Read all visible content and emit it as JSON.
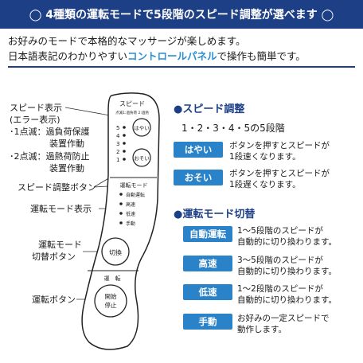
{
  "banner": "◯ 4種類の運転モードで5段階のスピード調整が選べます ◯",
  "intro": {
    "line1": "お好みのモードで本格的なマッサージが楽しめます。",
    "line2_a": "日本語表記のわかりやすい",
    "line2_b": "コントロールパネル",
    "line2_c": "で操作も簡単です。"
  },
  "left_labels": {
    "speed_display": "スピード表示",
    "error_display": "(エラー表示)",
    "one_blink": "･1点滅：過負荷保護",
    "one_blink_2": "装置作動",
    "two_blink": "･2点滅：過熱荷防止",
    "two_blink_2": "装置作動",
    "speed_button": "スピード調整ボタン",
    "mode_display": "運転モード表示",
    "mode_switch_1": "運転モード",
    "mode_switch_2": "切替ボタン",
    "run_button": "運転ボタン"
  },
  "panel": {
    "speed_title": "スピード",
    "speed_sub": "点滅1:過負荷 2:過熱",
    "speed_levels": [
      "5",
      "4",
      "3",
      "2",
      "1"
    ],
    "fast_label": "はやい",
    "slow_label": "おそい",
    "mode_title": "運転モード",
    "modes": [
      "自動運転",
      "高速",
      "低速",
      "手動"
    ],
    "switch_label": "切換",
    "run_title": "運　転",
    "start_stop_1": "開始",
    "start_stop_2": "停止"
  },
  "right": {
    "speed_title": "●スピード調整",
    "speeds": "1・2・3・4・5の5段階",
    "fast_tag": "はやい",
    "fast_desc_1": "ボタンを押すとスピードが",
    "fast_desc_2": "1段速くなります。",
    "slow_tag": "おそい",
    "slow_desc_1": "ボタンを押すとスピードが",
    "slow_desc_2": "1段遅くなります。",
    "mode_title": "●運転モード切替",
    "auto_tag": "自動運転",
    "auto_desc_1": "1〜5段階のスピードが",
    "auto_desc_2": "自動的に切り換わります。",
    "high_tag": "高速",
    "high_desc_1": "3〜5段階のスピードが",
    "high_desc_2": "自動的に切り換わります。",
    "low_tag": "低速",
    "low_desc_1": "1〜2段階のスピードが",
    "low_desc_2": "自動的に切り換わります。",
    "manual_tag": "手動",
    "manual_desc_1": "お好みの一定スピードで",
    "manual_desc_2": "動作します。"
  },
  "colors": {
    "navy": "#1d3f86",
    "accent": "#2a82c8",
    "highlight": "#2a8fd2"
  }
}
